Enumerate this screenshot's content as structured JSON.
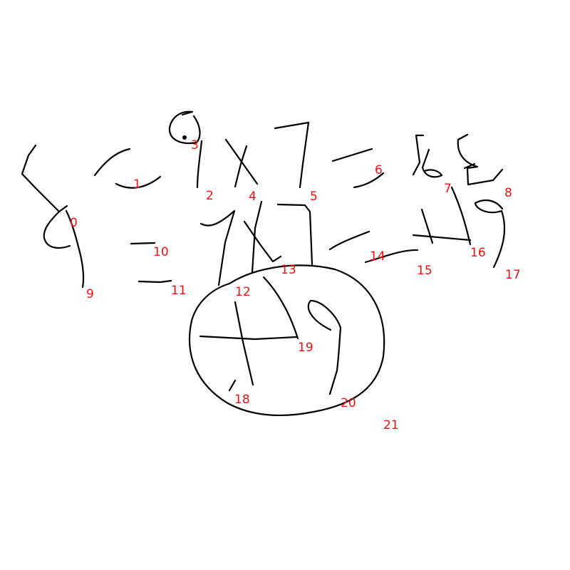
{
  "canvas": {
    "background": "#ffffff",
    "ink_color": "#000000",
    "label_color": "#ee1111"
  },
  "labels": [
    "0",
    "1",
    "2",
    "3",
    "4",
    "5",
    "6",
    "7",
    "8",
    "9",
    "10",
    "11",
    "12",
    "13",
    "14",
    "15",
    "16",
    "17",
    "18",
    "19",
    "20",
    "21"
  ]
}
